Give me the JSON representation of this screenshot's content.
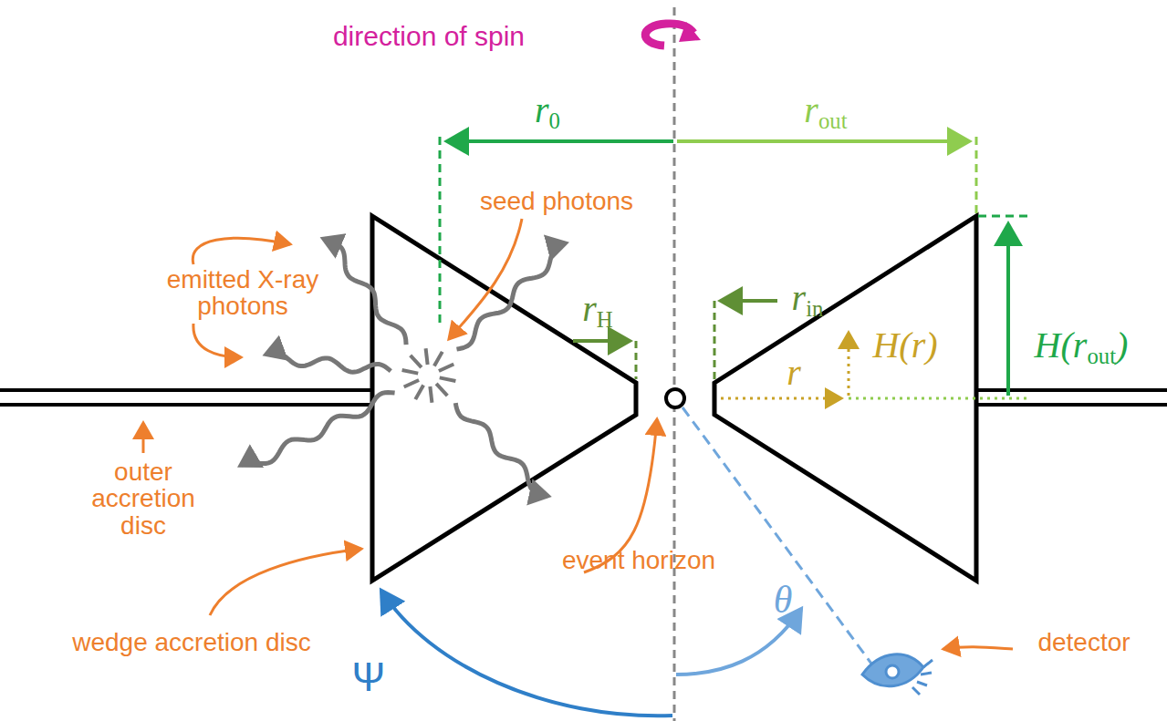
{
  "diagram": {
    "labels": [
      "direction of spin",
      "r0",
      "rout",
      "seed photons",
      "emitted X-ray photons",
      "rH",
      "rin",
      "H(r)",
      "r",
      "H(rout)",
      "outer accretion disc",
      "event horizon",
      "wedge accretion disc",
      "detector",
      "Ψ",
      "θ"
    ]
  }
}
